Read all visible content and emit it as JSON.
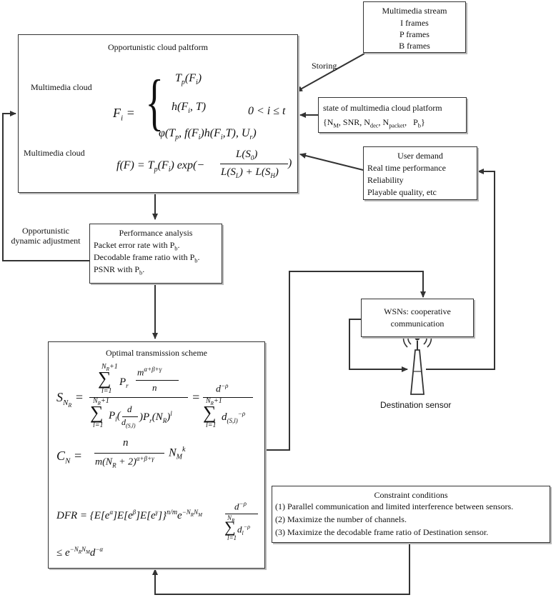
{
  "multimedia_stream": {
    "title": "Multimedia stream",
    "items": [
      "I frames",
      "P frames",
      "B frames"
    ]
  },
  "storing_label": "Storing",
  "platform": {
    "title": "Opportunistic cloud paltform",
    "clouds": [
      "Multimedia cloud",
      "Multimedia cloud"
    ],
    "eq1_lhs": "F",
    "eq1_cases": [
      "T_p(F_i)",
      "h(F_i, T)",
      "φ(T_p, f(F_i)h(F_i,T), U_r)"
    ],
    "eq1_cond": "0 < i ≤ t",
    "eq2": "f(F) = T_p(F_i) exp(− L(S_0) / (L(S_L) + L(S_H)))"
  },
  "state": {
    "title": "state of  multimedia cloud platform",
    "params": "{N_M, SNR, N_dec, N_packet,  P_b}"
  },
  "user_demand": {
    "title": "User demand",
    "items": [
      "Real time performance",
      "Reliability",
      "Playable quality, etc"
    ]
  },
  "adjustment_label": [
    "Opportunistic",
    "dynamic adjustment"
  ],
  "performance": {
    "title": "Performance analysis",
    "items": [
      "Packet error rate with P",
      "Decodable frame ratio with P",
      "PSNR with P"
    ],
    "sub": "b"
  },
  "wsn": {
    "title": "WSNs: cooperative",
    "subtitle": "communication"
  },
  "destination_label": "Destination sensor",
  "optimal": {
    "title": "Optimal transmission scheme"
  },
  "constraints": {
    "title": "Constraint conditions",
    "items": [
      "(1) Parallel communication and limited interference between sensors.",
      "(2) Maximize the number of channels.",
      "(3) Maximize the decodable frame ratio of Destination sensor."
    ]
  },
  "colors": {
    "line": "#333333",
    "shadow": "#b8b8b8"
  }
}
